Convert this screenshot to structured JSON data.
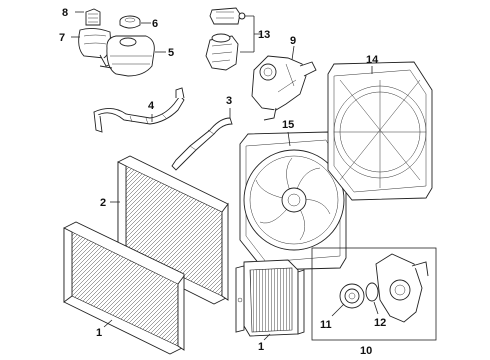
{
  "callouts": {
    "c1a": "1",
    "c1b": "1",
    "c2": "2",
    "c3": "3",
    "c4": "4",
    "c5": "5",
    "c6": "6",
    "c7": "7",
    "c8": "8",
    "c9": "9",
    "c10": "10",
    "c11": "11",
    "c12": "12",
    "c13": "13",
    "c14": "14",
    "c15": "15"
  }
}
